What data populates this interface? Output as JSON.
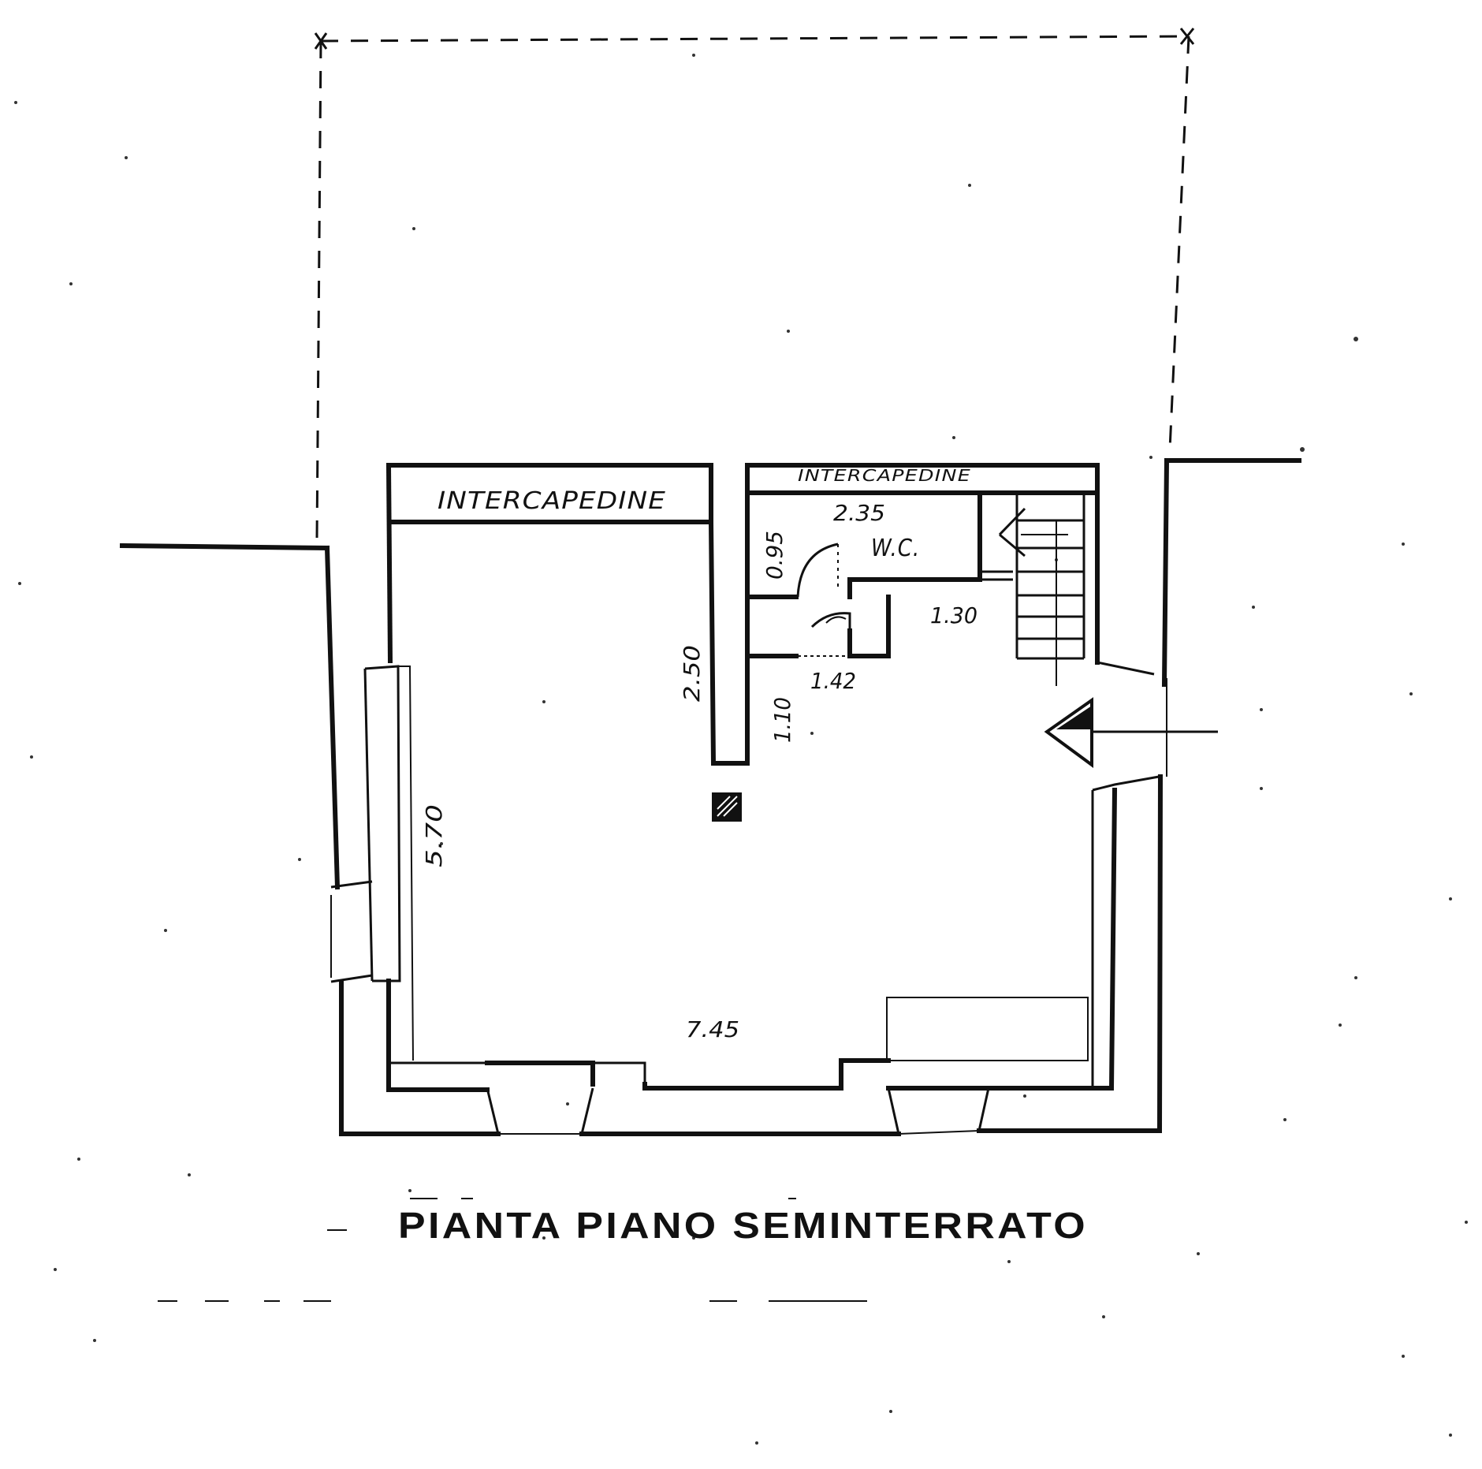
{
  "title": "PIANTA PIANO SEMINTERRATO",
  "rooms": {
    "intercapedine_left": "INTERCAPEDINE",
    "intercapedine_right": "INTERCAPEDINE",
    "wc": "W.C."
  },
  "dimensions": {
    "main_width": "7.45",
    "main_depth": "5.70",
    "partition_length": "2.50",
    "corridor_width": "1.10",
    "wc_width": "2.35",
    "wc_depth": "0.95",
    "stair_width": "1.30",
    "passage_width": "1.42"
  },
  "symbols": {
    "entrance_arrow": "arrow-icon",
    "chimney_flue": "flue-icon",
    "toilet": "toilet-icon"
  }
}
